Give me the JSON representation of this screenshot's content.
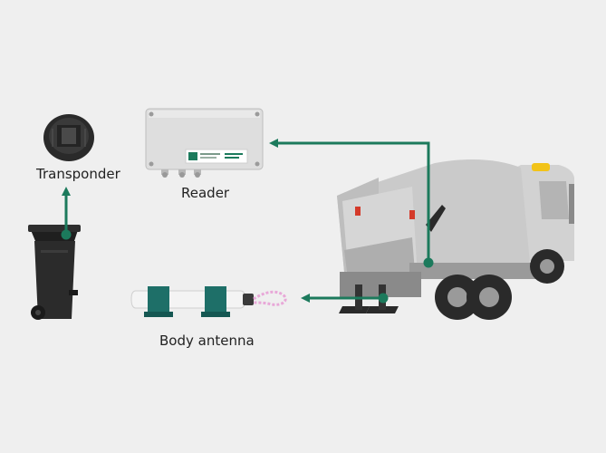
{
  "labels": {
    "transponder": "Transponder",
    "reader": "Reader",
    "body_antenna": "Body antenna"
  },
  "colors": {
    "background": "#efefef",
    "arrow": "#1c7a5c",
    "antenna_bracket": "#1e6f68",
    "cable": "#e8a8d8",
    "truck_body": "#c9c9c9",
    "bin": "#2b2b2b",
    "reader_box": "#dcdcdc",
    "beacon": "#f2c318"
  },
  "icons": {
    "transponder": "transponder-disc-icon",
    "bin": "waste-bin-icon",
    "reader": "reader-box-icon",
    "antenna": "body-antenna-icon",
    "truck": "garbage-truck-icon"
  }
}
